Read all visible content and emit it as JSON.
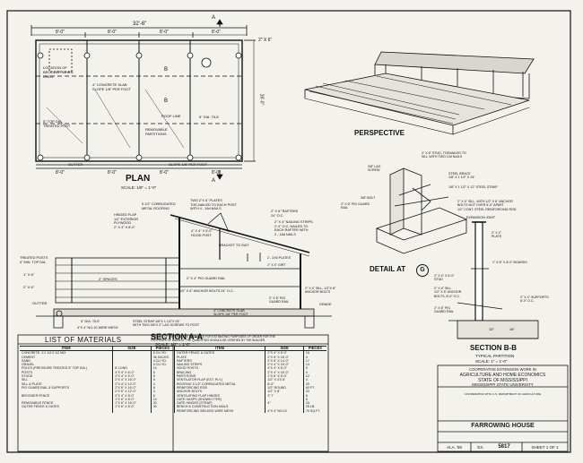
{
  "sheet": {
    "plan_title": "PLAN",
    "plan_scale": "SCALE: 1/8\" = 1'-0\"",
    "perspective_title": "PERSPECTIVE",
    "section_aa_title": "SECTION  A-A",
    "section_aa_scale": "SCALE: 1/2\" = 1'-0\"",
    "detail_title": "DETAIL AT",
    "detail_marker": "G",
    "section_bb_title": "SECTION  B-B",
    "section_bb_sub": "TYPICAL PARTITION",
    "section_bb_scale": "SCALE: 1\" = 1'-0\""
  },
  "plan": {
    "overall_dim": "32'-6\"",
    "top_dims": [
      "8'-0\"",
      "8'-0\"",
      "8'-0\"",
      "8'-0\""
    ],
    "side_dim": "16'-0\"",
    "right_dim": "2\" X 6\"",
    "bottom_dims": [
      "8'-0\"",
      "8'-0\"",
      "8'-0\"",
      "8'-0\""
    ],
    "section_mark": "A",
    "section_mark_b": "B",
    "notes": {
      "brooder": "LOCATION OF\nBROODER WHEN\nUSED.",
      "slab": "4\" CONCRETE SLAB\nSLOPE 1/8\" PER FOOT",
      "posts": "5\" TOP DIA.\nTREATED POST",
      "roof": "ROOF LINE",
      "removable": "REMOVABLE\nPARTITIONS",
      "tile": "5\" DIA. TILE",
      "gutter": "GUTTER",
      "slope": "SLOPE 1/8\" PER FOOT"
    }
  },
  "section_aa_notes": {
    "roofing": "5 1/2\" CORRUGATED\nMETAL ROOFING",
    "plates": "TWO 2\"X 6\" PLATES\nTOE-NAILED TO EACH POST\nWITH 4 - 16d NAILS",
    "rafters": "2\" X 6\" RAFTERS\n24\" O.C.",
    "nailing": "2\" X 4\" NAILING STRIPS\n2'-0\" O.C. NAILED TO\nEACH RAFTER WITH\n2 - 16d NAILS",
    "flap": "HINGED FLAP\n1/2\" EXTERIOR\nPLYWOOD\n2\" X 4\" X 8'-0\"",
    "hood": "4\" X 4\" X 6'-0\"\nHOOD POST",
    "bracket": "BRACKET TO SUIT",
    "treated_posts": "TREATED POSTS\n5\" MIN. TOP DIA.",
    "board_a": "1\" X 6\"",
    "board_b": "2\" X 6\"",
    "spaces": "2\" SPACES",
    "guard_rail": "2\" X 4\" PIG GUARD RAIL",
    "anchor": "1/2\" X 6\" ANCHOR BOLTS 24\" O.C.",
    "gutter": "GUTTER",
    "tile": "5\" DIA. TILE",
    "mesh": "4\"X 4\" NO.10 WIRE MESH",
    "strap": "STEEL STRAP 1/8\"X 1 1/2\"X 24\"\nWITH TWO 3/8\"X 2\" LAG SCREWS TO POST",
    "slab": "4\" CONCRETE SLAB\nSLOPE 1/8\" PER FOOT",
    "sill": "2\" X 4\" SILL, 1/2\"X 8\"\nANCHOR BOLTS",
    "guard2": "2\" X 6\" PIG\nGUARD RAIL",
    "grade": "GRADE",
    "plates2": "2 - 2X6 PLATES",
    "tie": "2\" X 4\" GIRT"
  },
  "detail_notes": {
    "bolt_post": "2\" X 6\" STUD, TOENAILED TO\nSILL WITH TWO 10d NAILS",
    "lag": "3/8\" LAG\nSCREW",
    "brace": "STEEL BRACE\n1/8\" X 1 1/2\" X 24\"",
    "strap": "1/8\" X 1 1/2\" X 12\" STEEL STRAP",
    "bolt": "3/8\" BOLT",
    "anchor": "2\" X 4\" SILL, WITH 1/2\" X 8\" ANCHOR\nBOLTS NOT OVER 6'-0\" APART\n1/2\" CONT. STEEL REINFORCING ROD",
    "rail": "2\" X 6\" PIG GUARD\nRAIL",
    "joint": "EXPANSION JOINT"
  },
  "bb_notes": {
    "plate": "2\" X 4\"\nPLATE",
    "boards": "1\" X 6\" X 8'-0\" BOARDS",
    "stud": "2\" X 4\" X 5'-0\"\nSTUD",
    "sill": "2\" X 4\" SILL\n1/2\" X 8\" ANCHOR\nBOLTS, 8'-0\" O.C.",
    "supports": "2\" X 4\" SUPPORTS\n8'-0\" O.C.",
    "rail": "2\" X 6\" PIG\nGUARD RAIL",
    "dim1": "10\"",
    "dim2": "16\""
  },
  "materials": {
    "heading": "LIST OF MATERIALS",
    "note": "THE LIST OF MATERIALS IS PREPARED FOR ESTIMATING PURPOSES OF ORDER FOR THE\nPURPOSES OF BIDDING. THE QUANTITIES SHOULD BE VERIFIED BY THE BUILDER.",
    "col_item": "ITEM",
    "col_size": "SIZE",
    "col_pieces": "PIECES",
    "left_rows": [
      [
        "CONCRETE: 1:2 1/2:3 1/2 MIX",
        "",
        "6 CU.YD."
      ],
      [
        "CEMENT",
        "",
        "36 SACKS"
      ],
      [
        "SAND",
        "",
        "4 CU.YD."
      ],
      [
        "GRAVEL",
        "",
        "5 CU.YD."
      ],
      [
        "POLES (PRESSURE TREATED 5\" TOP DIA.)",
        "8' LONG",
        "14"
      ],
      [
        "POSTS",
        "4\"X 4\" X 6'-0\"",
        "5"
      ],
      [
        "STUDS",
        "2\"X 4\" X 5'-0\"",
        "8"
      ],
      [
        "SILL",
        "2\"X 4\" X 16'-0\"",
        "6"
      ],
      [
        "SILL & PLATE",
        "2\"X 4\" X 12'-0\"",
        "4"
      ],
      [
        "PIG GUARD RAIL & SUPPORTS",
        "2\"X 6\" X 16'-0\"",
        "8"
      ],
      [
        "",
        "2\"X 6\" X 12'-0\"",
        "4"
      ],
      [
        "BROODER FENCE",
        "2\"X 4\" X 8'-0\"",
        "6"
      ],
      [
        "",
        "1\"X 6\" X 8'-0\"",
        "14"
      ],
      [
        "REMOVABLE FENCE",
        "1\"X 6\" X 16'-0\"",
        "20"
      ],
      [
        "OUTER FENCE & GATES",
        "1\"X 6\" X 8'-0\"",
        "40"
      ]
    ],
    "right_rows": [
      [
        "OUTER FENCE & GATES",
        "2\"X 4\" X 8'-0\"",
        "16"
      ],
      [
        "PLATE",
        "2\"X 6\" X 16'-0\"",
        "4"
      ],
      [
        "RAFTERS",
        "2\"X 6\" X 14'-0\"",
        "17"
      ],
      [
        "NAILING STRIPS",
        "2\"X 4\" X 16'-0\"",
        "14"
      ],
      [
        "HOOD POSTS",
        "4\"X 4\" X 6'-0\"",
        "5"
      ],
      [
        "BRACING",
        "2\"X 4\" X 16'-0\"",
        "4"
      ],
      [
        "PARTITIONS",
        "1\"X 6\" X 8'-0\"",
        "12"
      ],
      [
        "VENTILATOR FLAP (EXT. PLY.)",
        "1/2\" X 4'X 8'",
        "4"
      ],
      [
        "ROOFING 5 1/2\" CORRUGATED METAL",
        "8'-0\"",
        "20"
      ],
      [
        "REINFORCING ROD",
        "1/2\" ROUND",
        "60 FT."
      ],
      [
        "ANCHOR BOLTS",
        "1/2\" X 8\"",
        "20"
      ],
      [
        "VENTILATING FLAP HINGES",
        "3\" T",
        "8"
      ],
      [
        "GATE HASPS (SHOWN TYPE)",
        "",
        "8"
      ],
      [
        "GATE HINGES (STRAP)",
        "4\"",
        "16"
      ],
      [
        "BENCH & CONSTRUCTION NAILS",
        "",
        "25 LB."
      ],
      [
        "REINFORCING WELDED WIRE MESH",
        "4\"X 4\" NO.10",
        "70 SQ.FT."
      ]
    ]
  },
  "title_block": {
    "line1": "COOPERATIVE EXTENSION WORK IN",
    "line2": "AGRICULTURE AND HOME ECONOMICS",
    "line3": "STATE OF MISSISSIPPI",
    "line4": "MISSISSIPPI STATE UNIVERSITY",
    "line5": "COOPERATING WITH U.S. DEPARTMENT OF AGRICULTURE",
    "drawing_title": "FARROWING HOUSE",
    "date": "ALA. '58",
    "ex_label": "EX.",
    "ex_number": "5817",
    "sheet": "SHEET 1 OF 1"
  }
}
